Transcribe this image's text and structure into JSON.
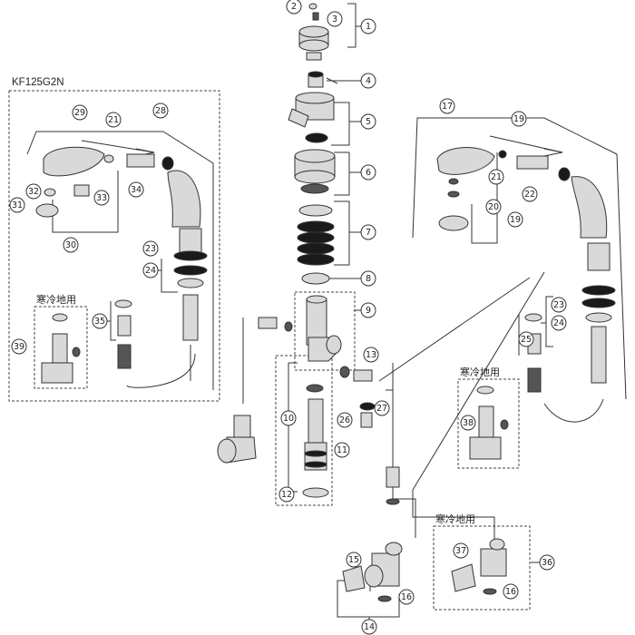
{
  "model_label": "KF125G2N",
  "cold_region_label": "寒冷地用",
  "callout_numbers": [
    "1",
    "2",
    "3",
    "4",
    "5",
    "6",
    "7",
    "8",
    "9",
    "10",
    "11",
    "12",
    "13",
    "14",
    "15",
    "16",
    "17",
    "19",
    "20",
    "21",
    "22",
    "23",
    "24",
    "25",
    "26",
    "27",
    "28",
    "29",
    "30",
    "31",
    "32",
    "33",
    "34",
    "35",
    "36",
    "37",
    "38",
    "39"
  ],
  "colors": {
    "line": "#333333",
    "part_fill": "#d9d9d9",
    "dark_part": "#1a1a1a",
    "background": "#ffffff"
  }
}
